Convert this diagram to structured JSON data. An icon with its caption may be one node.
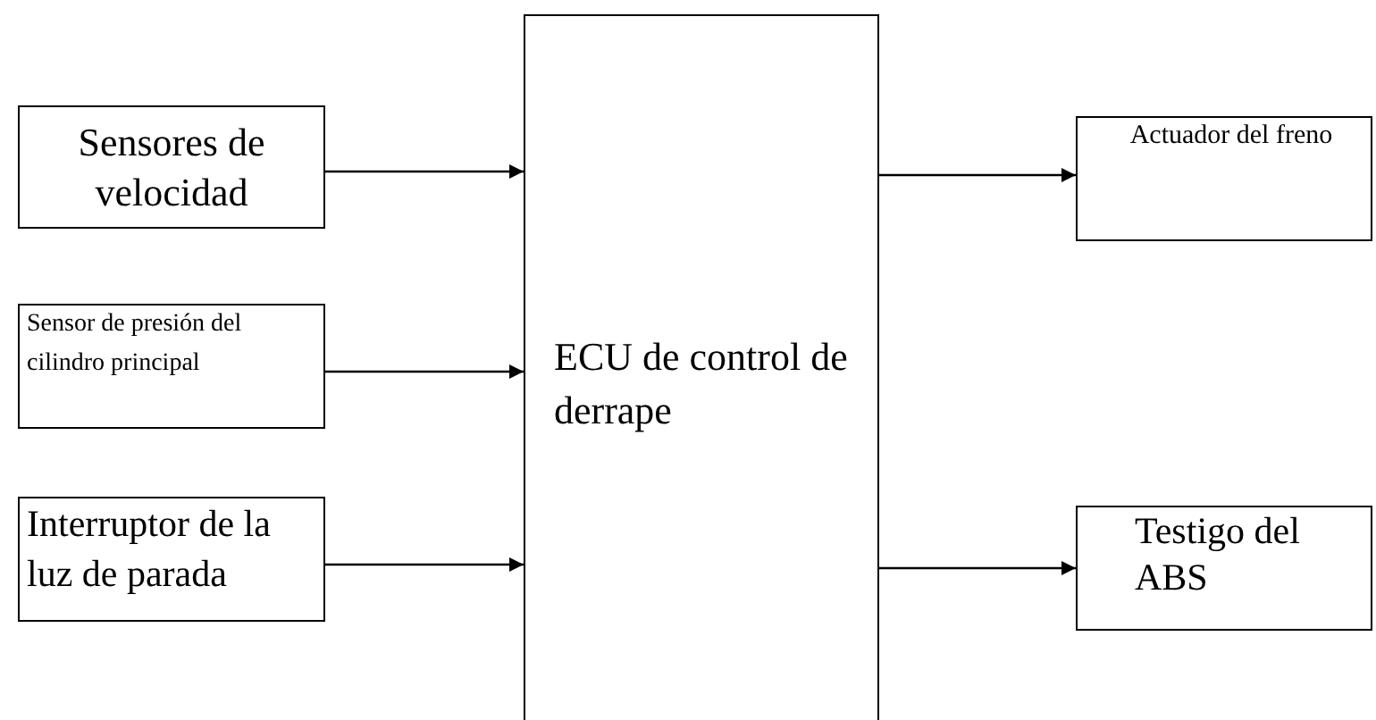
{
  "diagram": {
    "nodes": [
      {
        "text": [
          "Sensores de velocidad"
        ]
      },
      {
        "text": [
          "Sensor de presión del cilindro principal"
        ]
      },
      {
        "text": [
          "Interruptor de la luz de parada"
        ]
      },
      {
        "text": [
          "ECU de control de derrape"
        ]
      },
      {
        "text": [
          "Actuador del freno"
        ]
      },
      {
        "text": [
          "Testigo del ABS"
        ]
      }
    ],
    "edges": [
      {
        "from": 0,
        "to": 3,
        "arrow": "to"
      },
      {
        "from": 1,
        "to": 3,
        "arrow": "to"
      },
      {
        "from": 2,
        "to": 3,
        "arrow": "to"
      },
      {
        "from": 3,
        "to": 4,
        "arrow": "to"
      },
      {
        "from": 3,
        "to": 5,
        "arrow": "to"
      }
    ]
  }
}
